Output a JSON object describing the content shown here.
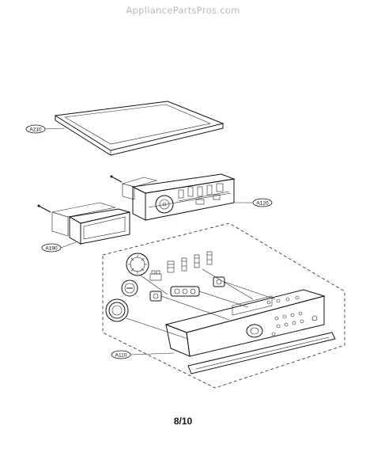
{
  "watermark": "AppliancePartsPros.com",
  "page_number": "8/10",
  "callouts": {
    "a210": "A210",
    "a120": "A120",
    "a190": "A190",
    "a110": "A110"
  }
}
